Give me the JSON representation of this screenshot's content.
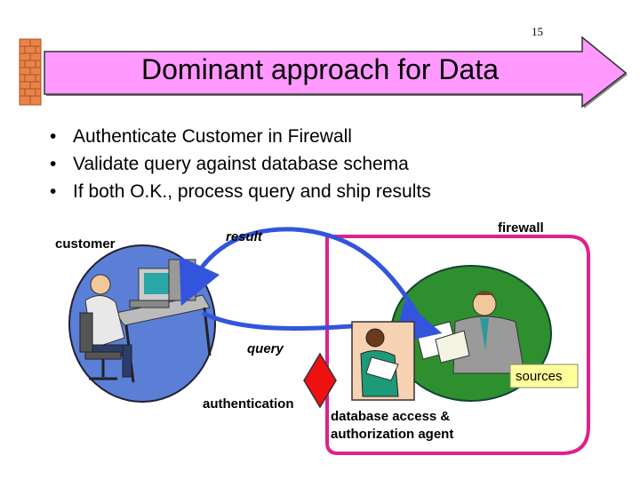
{
  "page_number": "15",
  "title": "Dominant approach for Data",
  "bullets": [
    "Authenticate Customer in Firewall",
    "Validate query against database schema",
    "If both O.K., process query and ship results"
  ],
  "diagram": {
    "customer_label": "customer",
    "result_label": "result",
    "firewall_label": "firewall",
    "query_label": "query",
    "sources_label": "sources",
    "authentication_label": "authentication",
    "agent_label_line1": "database access &",
    "agent_label_line2": "authorization agent"
  },
  "colors": {
    "banner_fill": "#ff99ff",
    "banner_stroke": "#333333",
    "brick": "#e8844a",
    "firewall_border": "#e0208c",
    "arrow_blue": "#3355dd",
    "customer_circle": "#5b7fd6",
    "sources_circle": "#2e8f2e",
    "diamond_red": "#ee1111",
    "sources_bg": "#ffff99"
  }
}
